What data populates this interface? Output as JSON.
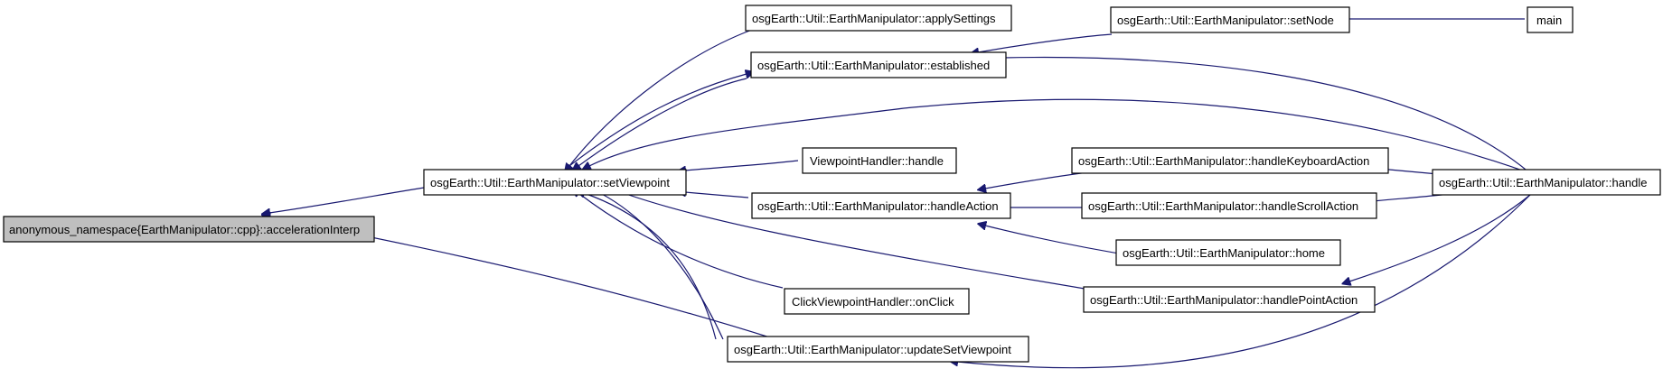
{
  "nodes": {
    "accel": "anonymous_namespace{EarthManipulator::cpp}::accelerationInterp",
    "setViewpoint": "osgEarth::Util::EarthManipulator::setViewpoint",
    "updateSetViewpoint": "osgEarth::Util::EarthManipulator::updateSetViewpoint",
    "applySettings": "osgEarth::Util::EarthManipulator::applySettings",
    "established": "osgEarth::Util::EarthManipulator::established",
    "vpHandle": "ViewpointHandler::handle",
    "handleAction": "osgEarth::Util::EarthManipulator::handleAction",
    "onClick": "ClickViewpointHandler::onClick",
    "setNode": "osgEarth::Util::EarthManipulator::setNode",
    "handleKeyboard": "osgEarth::Util::EarthManipulator::handleKeyboardAction",
    "handleScroll": "osgEarth::Util::EarthManipulator::handleScrollAction",
    "home": "osgEarth::Util::EarthManipulator::home",
    "handlePoint": "osgEarth::Util::EarthManipulator::handlePointAction",
    "main": "main",
    "handle": "osgEarth::Util::EarthManipulator::handle"
  },
  "colors": {
    "edge": "#191970",
    "root_fill": "#bfbfbf",
    "node_fill": "#ffffff",
    "border": "#000000"
  }
}
